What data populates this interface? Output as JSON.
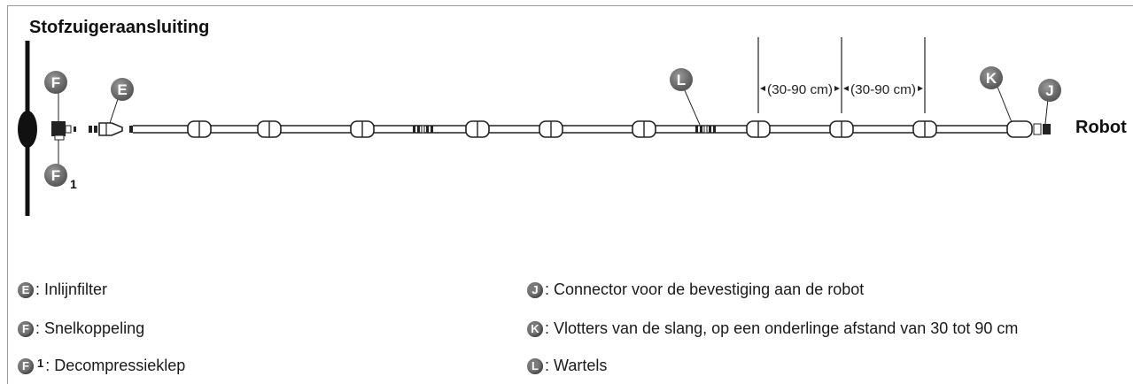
{
  "title": "Stofzuigeraansluiting",
  "robot_label": "Robot",
  "markers": {
    "E": "E",
    "F": "F",
    "F1_letter": "F",
    "F1_sub": "1",
    "L": "L",
    "K": "K",
    "J": "J"
  },
  "spacing_labels": [
    "(30-90 cm)",
    "(30-90 cm)"
  ],
  "legend": {
    "e": {
      "letter": "E",
      "text": ": Inlijnfilter"
    },
    "f": {
      "letter": "F",
      "text": ": Snelkoppeling"
    },
    "f1": {
      "letter": "F",
      "sub": "1",
      "text": ": Decompressieklep"
    },
    "j": {
      "letter": "J",
      "text": ": Connector voor de bevestiging aan de robot"
    },
    "k": {
      "letter": "K",
      "text": ": Vlotters van de slang, op een onderlinge afstand van 30 tot 90 cm"
    },
    "l": {
      "letter": "L",
      "text": ": Wartels"
    }
  },
  "colors": {
    "badge": "#7a7a7a",
    "line": "#1a1a1a"
  }
}
